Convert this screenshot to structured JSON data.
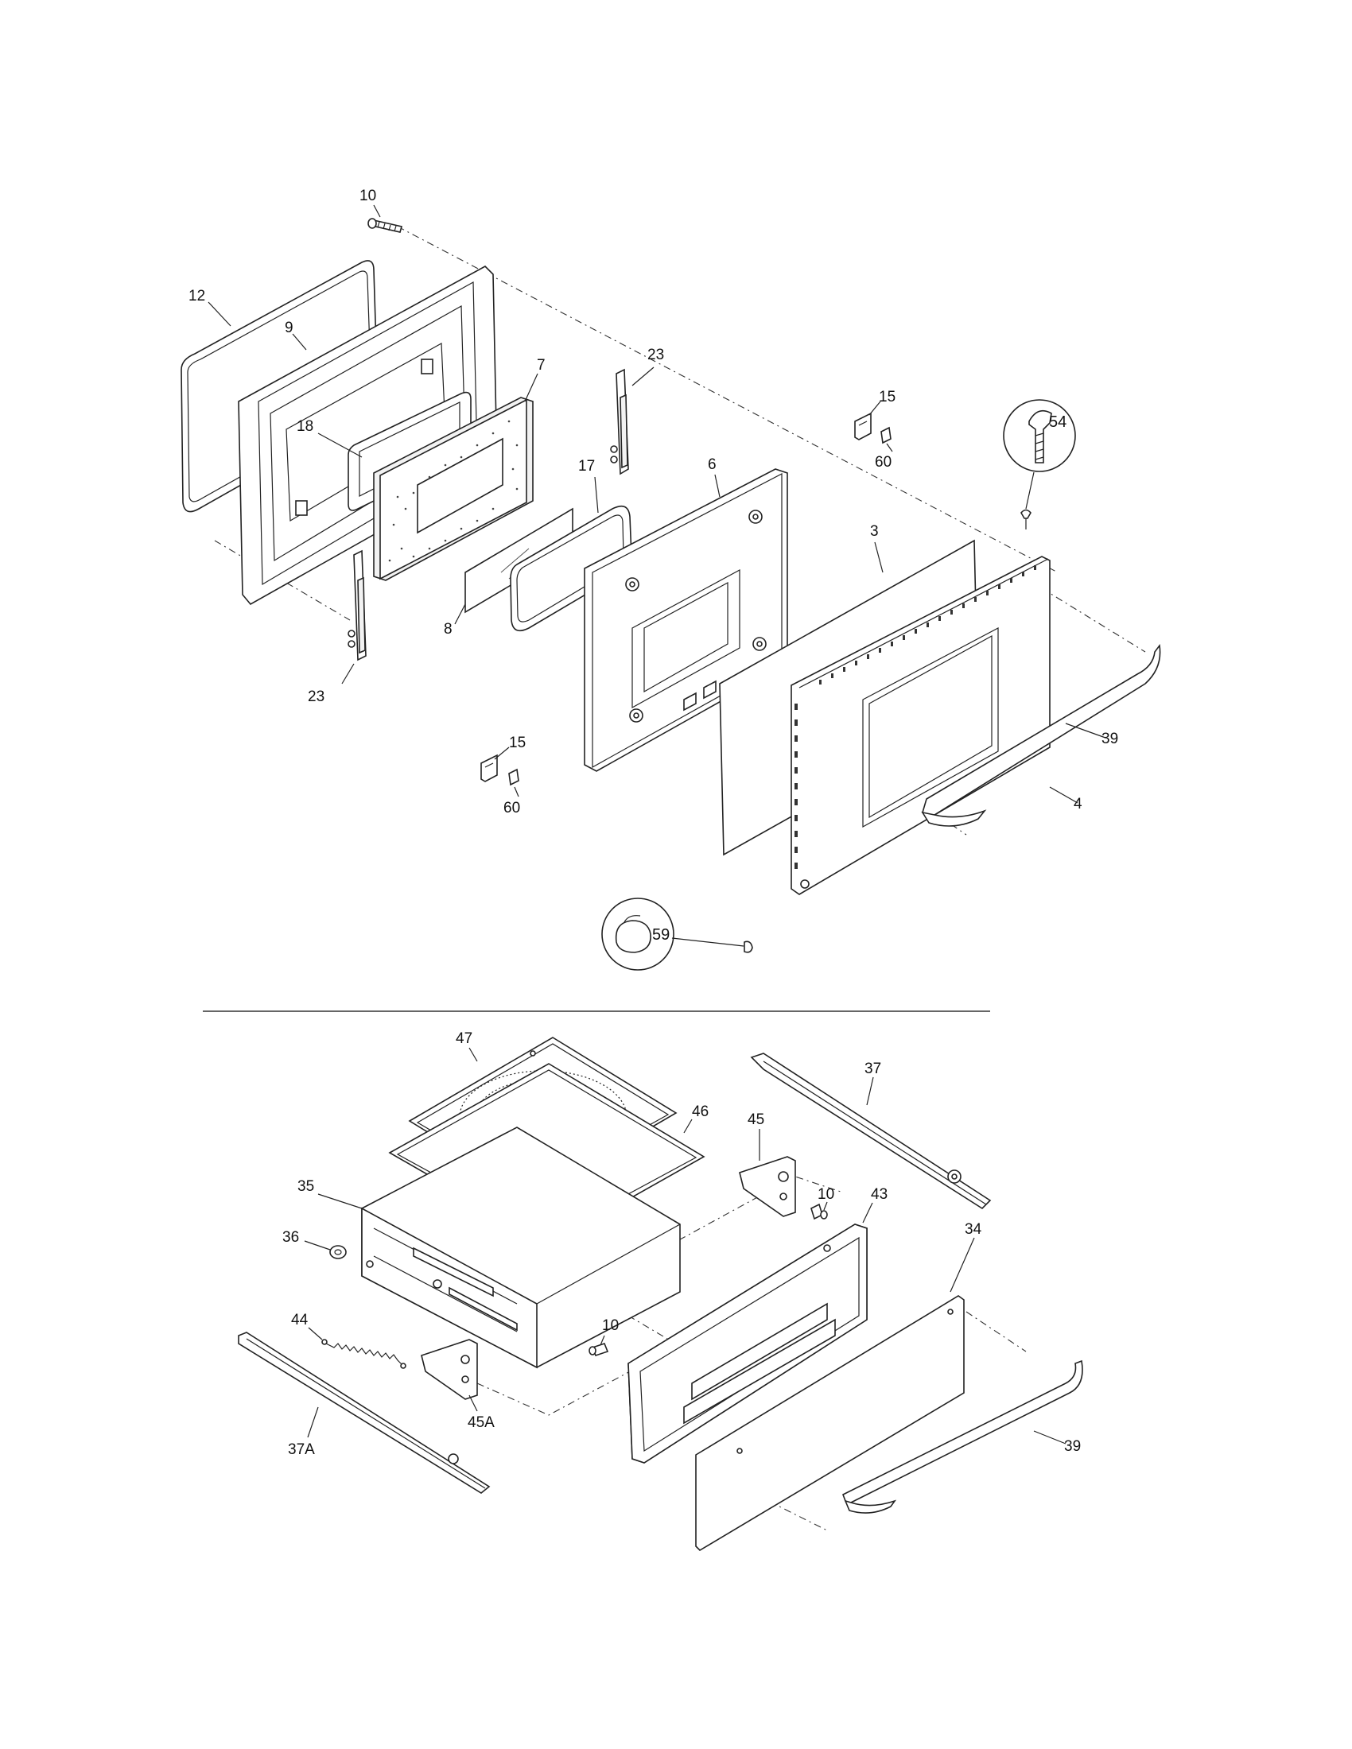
{
  "callouts": {
    "c10a": "10",
    "c12": "12",
    "c9": "9",
    "c7": "7",
    "c18": "18",
    "c23a": "23",
    "c23b": "23",
    "c17": "17",
    "c6": "6",
    "c8": "8",
    "c15a": "15",
    "c60a": "60",
    "c54": "54",
    "c3": "3",
    "c39a": "39",
    "c4": "4",
    "c15b": "15",
    "c60b": "60",
    "c59": "59",
    "c47": "47",
    "c46": "46",
    "c45": "45",
    "c37": "37",
    "c35": "35",
    "c10b": "10",
    "c43": "43",
    "c36": "36",
    "c34": "34",
    "c10c": "10",
    "c44": "44",
    "c45a": "45A",
    "c37a": "37A",
    "c39b": "39"
  }
}
